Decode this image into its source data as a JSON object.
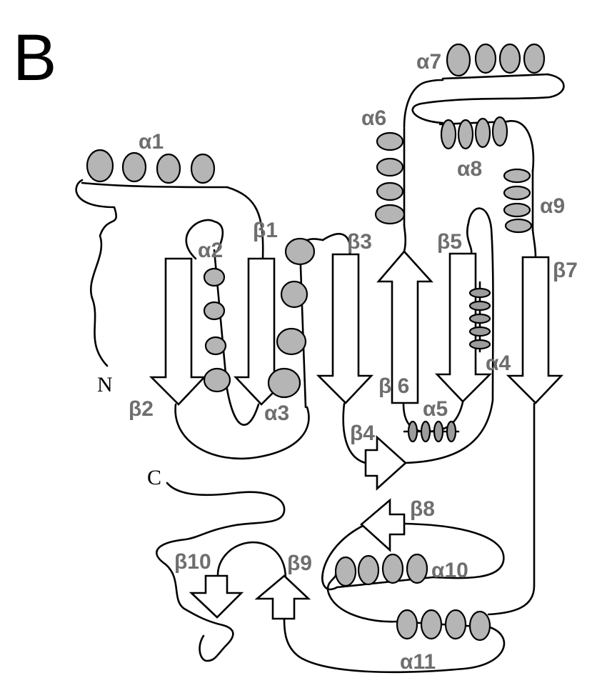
{
  "panel": {
    "letter": "B"
  },
  "termini": {
    "n": "N",
    "c": "C"
  },
  "helices": [
    "α1",
    "α2",
    "α3",
    "α4",
    "α5",
    "α6",
    "α7",
    "α8",
    "α9",
    "α10",
    "α11"
  ],
  "strands": [
    "β1",
    "β2",
    "β3",
    "β4",
    "β5",
    "β 6",
    "β7",
    "β8",
    "β9",
    "β10"
  ],
  "colors": {
    "helix_fill": "#b5b5b5",
    "label_gray": "#6e6e6e",
    "outline": "#000000",
    "strand_fill": "#ffffff"
  }
}
